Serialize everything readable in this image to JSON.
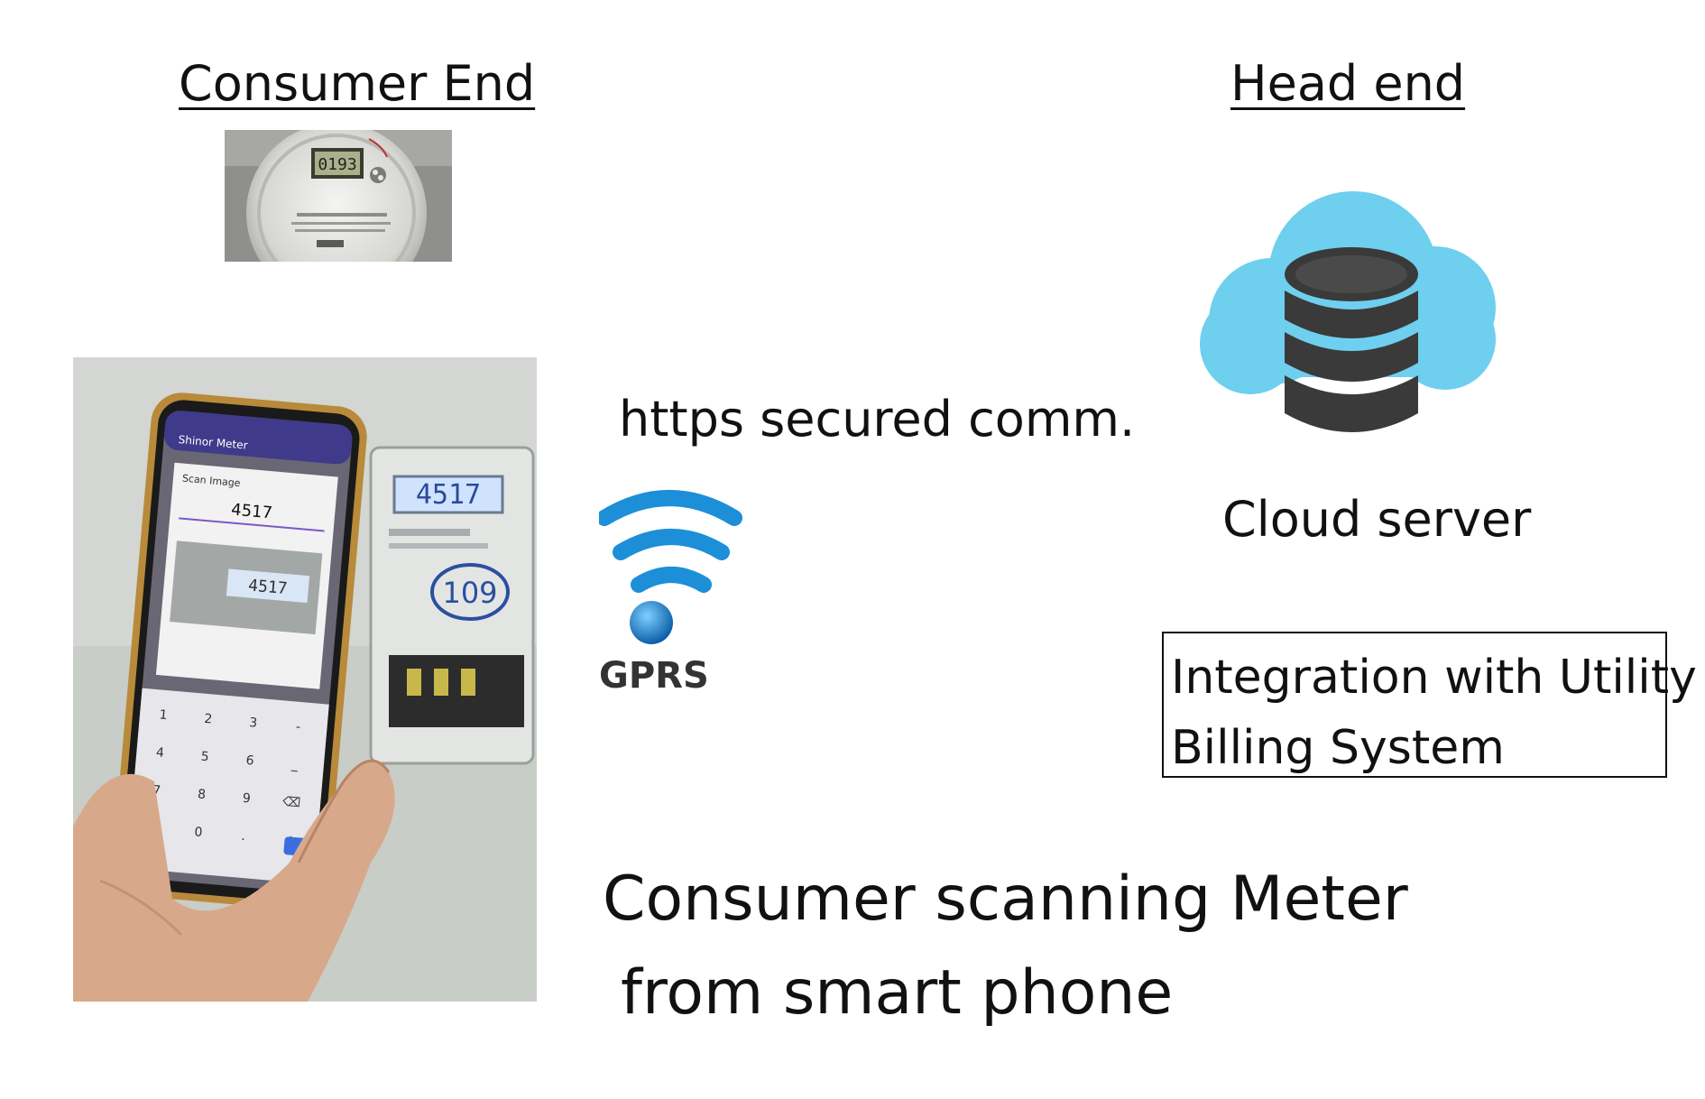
{
  "consumer": {
    "heading": "Consumer End",
    "meter_reading": "0193",
    "phone_app_title": "Shinor Meter",
    "phone_dialog_title": "Scan Image",
    "phone_reading": "4517",
    "phone_meter_display": "4517",
    "phone_keypad": [
      "1",
      "2",
      "3",
      "-",
      "4",
      "5",
      "6",
      "_",
      "7",
      "8",
      "9",
      "⌫",
      ",",
      "0",
      ".",
      "✓"
    ],
    "meter_display": "4517",
    "meter_circled_note": "109"
  },
  "link": {
    "label": "https secured comm.",
    "gprs_label": "GPRS"
  },
  "head_end": {
    "heading": "Head end",
    "server_label": "Cloud server",
    "integration_line1": "Integration with Utility",
    "integration_line2": "Billing System"
  },
  "caption": {
    "line1": "Consumer scanning Meter",
    "line2": "from smart phone"
  },
  "colors": {
    "cloud": "#6ecfef",
    "database": "#3a3a3a",
    "wifi": "#1d8fd8",
    "phone_app_bar": "#3f3a8a"
  },
  "icons": {
    "server": "cloud-database-icon",
    "network": "wifi-signal-icon"
  }
}
